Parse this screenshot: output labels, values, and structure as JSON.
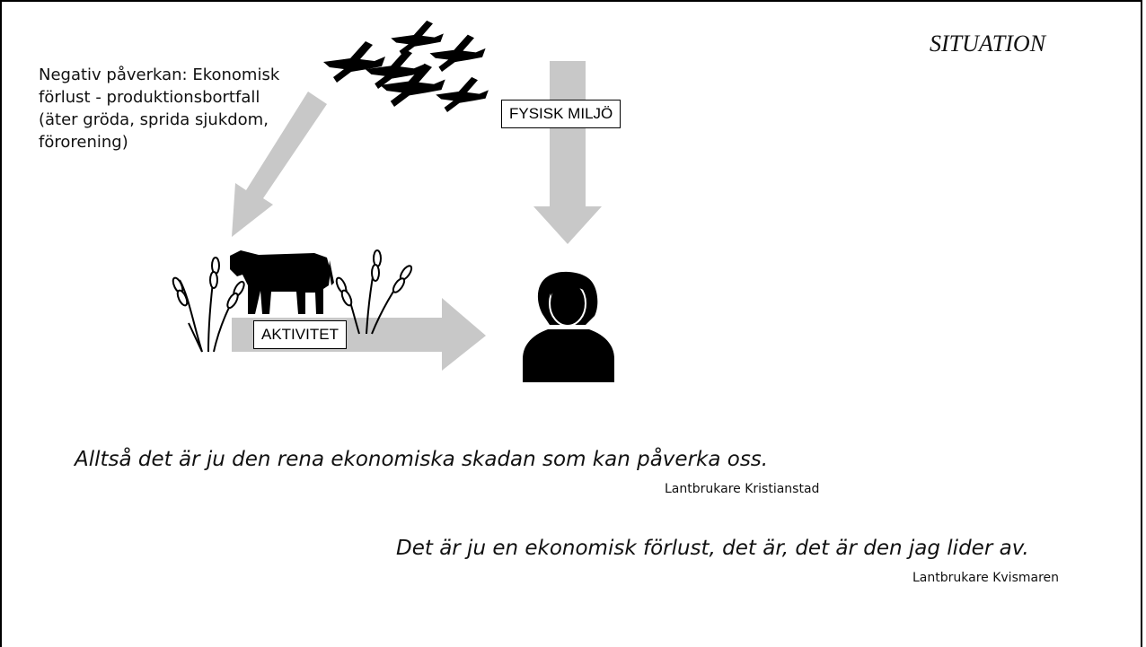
{
  "slide": {
    "title": "SITUATION",
    "negative_impact": "Negativ påverkan: Ekonomisk förlust - produktionsbortfall (äter gröda, sprida sjukdom, förorening)",
    "labels": {
      "physical_environment": "FYSISK MILJÖ",
      "activity": "AKTIVITET"
    },
    "quotes": [
      {
        "text": "Alltså det är ju den rena ekonomiska skadan som kan påverka oss.",
        "source": "Lantbrukare Kristianstad"
      },
      {
        "text": "Det är ju en ekonomisk förlust, det är, det är den jag lider av.",
        "source": "Lantbrukare Kvismaren"
      }
    ],
    "icons": [
      "geese-icon",
      "cow-icon",
      "wheat-icon",
      "person-icon"
    ],
    "colors": {
      "arrow": "#c8c8c8",
      "silhouette": "#000000",
      "border": "#000000"
    }
  }
}
